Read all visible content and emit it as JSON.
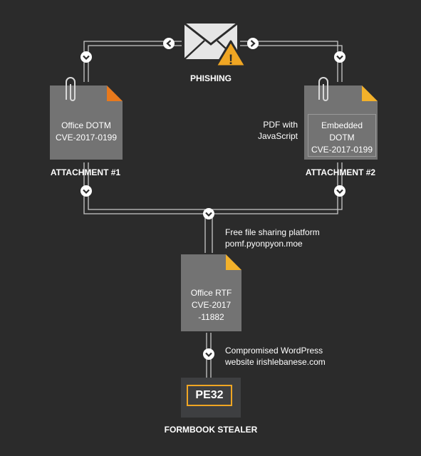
{
  "colors": {
    "background": "#2b2b2b",
    "document": "#737373",
    "corner_orange": "#e8791c",
    "corner_yellow": "#f3b12a",
    "warning": "#f0a623",
    "connector": "#c8c8c8"
  },
  "phishing": {
    "label": "PHISHING",
    "icon": "envelope-icon",
    "badge": "warning-icon",
    "badge_glyph": "!"
  },
  "attachment1": {
    "label": "ATTACHMENT #1",
    "line1": "Office DOTM",
    "line2": "CVE-2017-0199"
  },
  "attachment2": {
    "label": "ATTACHMENT #2",
    "note_line1": "PDF with",
    "note_line2": "JavaScript",
    "line1": "Embedded",
    "line2": "DOTM",
    "line3": "CVE-2017-0199"
  },
  "file_sharing": {
    "line1": "Free file sharing platform",
    "line2": "pomf.pyonpyon.moe"
  },
  "rtf": {
    "line1": "Office RTF",
    "line2": "CVE-2017",
    "line3": "-11882"
  },
  "wordpress": {
    "line1": "Compromised WordPress",
    "line2": "website irishlebanese.com"
  },
  "payload": {
    "box_label": "PE32",
    "label": "FORMBOOK STEALER"
  }
}
